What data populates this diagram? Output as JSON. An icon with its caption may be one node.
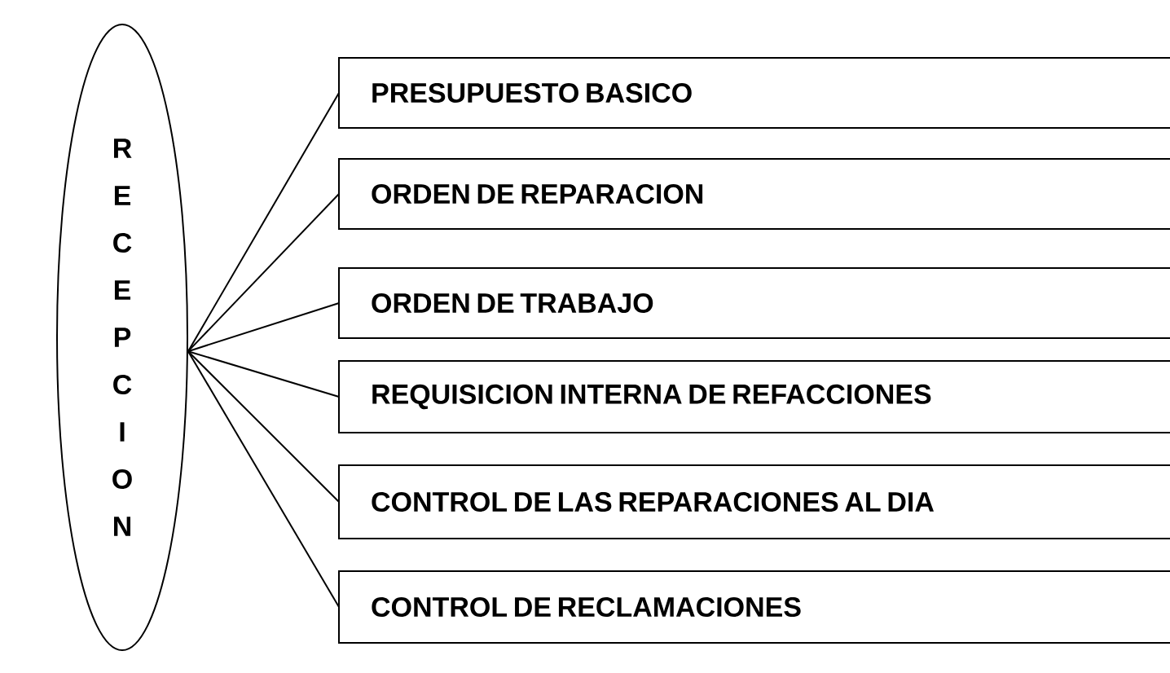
{
  "diagram": {
    "nodes": [
      {
        "text": [
          "RECEPCION"
        ]
      },
      {
        "text": [
          "PRESUPUESTO BASICO"
        ]
      },
      {
        "text": [
          "ORDEN DE REPARACION"
        ]
      },
      {
        "text": [
          "ORDEN DE TRABAJO"
        ]
      },
      {
        "text": [
          "REQUISICION INTERNA DE REFACCIONES"
        ]
      },
      {
        "text": [
          "CONTROL DE LAS REPARACIONES AL DIA"
        ]
      },
      {
        "text": [
          "CONTROL DE RECLAMACIONES"
        ]
      }
    ],
    "edges": [
      {
        "from": 0,
        "to": 1,
        "arrow": "none"
      },
      {
        "from": 0,
        "to": 2,
        "arrow": "none"
      },
      {
        "from": 0,
        "to": 3,
        "arrow": "none"
      },
      {
        "from": 0,
        "to": 4,
        "arrow": "none"
      },
      {
        "from": 0,
        "to": 5,
        "arrow": "none"
      },
      {
        "from": 0,
        "to": 6,
        "arrow": "none"
      }
    ]
  }
}
